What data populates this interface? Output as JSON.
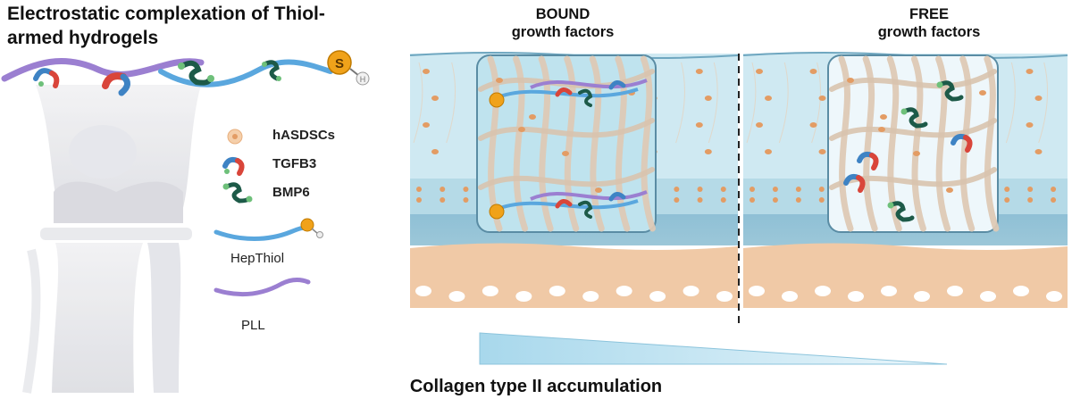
{
  "title": "Electrostatic complexation of Thiol-armed hydrogels",
  "title_line1": "Electrostatic complexation of Thiol-",
  "title_line2": "armed hydrogels",
  "panels": {
    "bound": {
      "line1": "BOUND",
      "line2": "growth factors"
    },
    "free": {
      "line1": "FREE",
      "line2": "growth factors"
    }
  },
  "legend": {
    "cells": "hASDSCs",
    "tgfb3": "TGFB3",
    "bmp6": "BMP6",
    "hepthiol": "HepThiol",
    "pll": "PLL"
  },
  "thiol_symbols": {
    "s": "S",
    "h": "H"
  },
  "gradient_label": "Collagen type II accumulation",
  "colors": {
    "pll": "#9b7fd1",
    "hepthiol": "#5aa7de",
    "thiol": "#f0a21a",
    "tgfb3_red": "#d9453a",
    "tgfb3_blue": "#3e83c4",
    "bmp6_dark": "#1d5a48",
    "bmp6_green": "#6ec07a",
    "cartilage_blue": "#bfe0ea",
    "bone": "#f0c9a6",
    "cell": "#e39c64"
  }
}
